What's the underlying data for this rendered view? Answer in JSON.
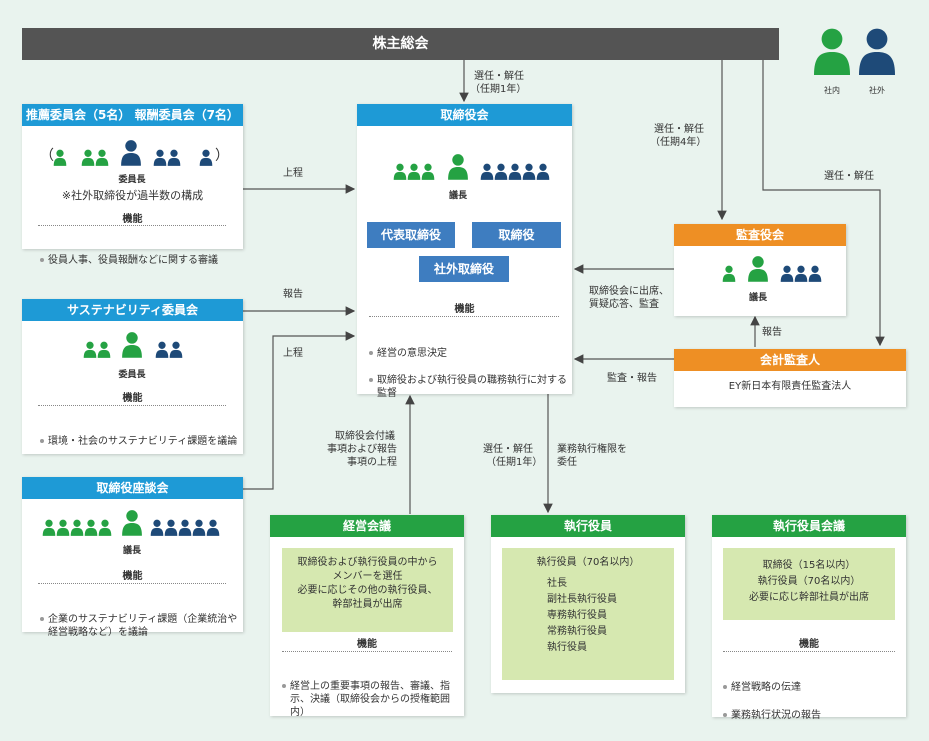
{
  "shareholders": {
    "title": "株主総会"
  },
  "legend": {
    "internal": "社内",
    "external": "社外",
    "internal_color": "#25a243",
    "external_color": "#1e4a78"
  },
  "nomination": {
    "title": "推薦委員会（5名） 報酬委員会（7名）",
    "paren_l": "（",
    "paren_r": "）",
    "chair": "委員長",
    "note": "※社外取締役が過半数の構成",
    "func_title": "機能",
    "items": [
      "役員人事、役員報酬などに関する審議"
    ]
  },
  "sustain": {
    "title": "サステナビリティ委員会",
    "chair": "委員長",
    "func_title": "機能",
    "items": [
      "環境・社会のサステナビリティ課題を議論"
    ]
  },
  "council": {
    "title": "取締役座談会",
    "chair": "議長",
    "func_title": "機能",
    "items": [
      "企業のサステナビリティ課題（企業統治や経営戦略など）を議論"
    ]
  },
  "board": {
    "title": "取締役会",
    "chair": "議長",
    "btn_rep": "代表取締役",
    "btn_dir": "取締役",
    "btn_out": "社外取締役",
    "func_title": "機能",
    "items": [
      "経営の意思決定",
      "取締役および執行役員の職務執行に対する監督"
    ]
  },
  "audit": {
    "title": "監査役会",
    "chair": "議長"
  },
  "auditor": {
    "title": "会計監査人",
    "name": "EY新日本有限責任監査法人"
  },
  "mgmt": {
    "title": "経営会議",
    "panel": [
      "取締役および執行役員の中から",
      "メンバーを選任",
      "必要に応じその他の執行役員、",
      "幹部社員が出席"
    ],
    "func_title": "機能",
    "items": [
      "経営上の重要事項の報告、審議、指示、決議（取締役会からの授権範囲内）"
    ]
  },
  "exec": {
    "title": "執行役員",
    "panel_head": "執行役員（70名以内）",
    "roles": [
      "社長",
      "副社長執行役員",
      "専務執行役員",
      "常務執行役員",
      "執行役員"
    ]
  },
  "execmeet": {
    "title": "執行役員会議",
    "panel": [
      "取締役（15名以内）",
      "執行役員（70名以内）",
      "必要に応じ幹部社員が出席"
    ],
    "func_title": "機能",
    "items": [
      "経営戦略の伝達",
      "業務執行状況の報告"
    ]
  },
  "labels": {
    "elect1_a": "選任・解任",
    "elect1_b": "（任期1年）",
    "elect4_a": "選任・解任",
    "elect4_b": "（任期4年）",
    "elect_aud": "選任・解任",
    "report_up1": "上程",
    "report": "報告",
    "report_up2": "上程",
    "audit_attend_a": "取締役会に出席、",
    "audit_attend_b": "質疑応答、監査",
    "aud_report": "報告",
    "aud_audit": "監査・報告",
    "mgmt_up_a": "取締役会付議",
    "mgmt_up_b": "事項および報告",
    "mgmt_up_c": "事項の上程",
    "elect_exec_a": "選任・解任",
    "elect_exec_b": "（任期1年）",
    "delegate_a": "業務執行権限を",
    "delegate_b": "委任"
  }
}
